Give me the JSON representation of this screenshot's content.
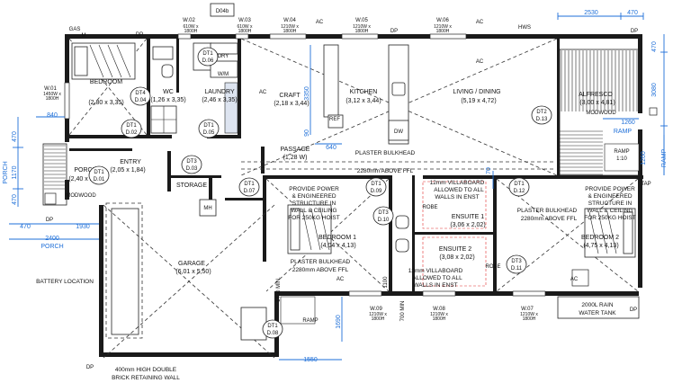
{
  "rooms": {
    "bedroom": {
      "name": "BEDROOM",
      "size": "(2,80 x 3,35)"
    },
    "wc": {
      "name": "WC",
      "size": "(1,26 x 3,35)"
    },
    "laundry": {
      "name": "LAUNDRY",
      "size": "(2,46 x 3,35)"
    },
    "craft": {
      "name": "CRAFT",
      "size": "(2,18 x 3,44)"
    },
    "kitchen": {
      "name": "KITCHEN",
      "size": "(3,12 x 3,44)"
    },
    "living": {
      "name": "LIVING / DINING",
      "size": "(5,19 x 4,72)"
    },
    "alfresco": {
      "name": "ALFRESCO",
      "size": "(3,00 x 4,81)"
    },
    "passage": {
      "name": "PASSAGE",
      "size": "(1,28 W)"
    },
    "porch": {
      "name": "PORCH",
      "size": "(2,40 x 2,71)"
    },
    "entry": {
      "name": "ENTRY",
      "size": "(2,05 x 1,84)"
    },
    "storage": {
      "name": "STORAGE"
    },
    "bedroom1": {
      "name": "BEDROOM 1",
      "size": "(4,04 x 4,13)"
    },
    "ensuite1": {
      "name": "ENSUITE 1",
      "size": "(3,06 x 2,02)"
    },
    "ensuite2": {
      "name": "ENSUITE 2",
      "size": "(3,08 x 2,02)"
    },
    "bedroom2": {
      "name": "BEDROOM 2",
      "size": "(4,75 x 4,13)"
    },
    "garage": {
      "name": "GARAGE",
      "size": "(6,01 x 5,50)"
    },
    "robe1": "ROBE",
    "robe2": "ROBE",
    "dry": "DRY",
    "wm": "W/M",
    "ref": "REF",
    "dw": "DW",
    "mh": "MH"
  },
  "windows": {
    "w02": {
      "id": "W.02",
      "size1": "610W x",
      "size2": "1800H"
    },
    "w03": {
      "id": "W.03",
      "size1": "610W x",
      "size2": "1800H"
    },
    "w04": {
      "id": "W.04",
      "size1": "1210W x",
      "size2": "1800H"
    },
    "w05": {
      "id": "W.05",
      "size1": "1210W x",
      "size2": "1800H"
    },
    "w06": {
      "id": "W.06",
      "size1": "1210W x",
      "size2": "1800H"
    },
    "w01": {
      "id": "W.01",
      "size1": "1450W x",
      "size2": "1800H"
    },
    "w09": {
      "id": "W.09",
      "size1": "1210W x",
      "size2": "1800H"
    },
    "w08": {
      "id": "W.08",
      "size1": "1210W x",
      "size2": "1800H"
    },
    "w07": {
      "id": "W.07",
      "size1": "1210W x",
      "size2": "1800H"
    }
  },
  "doors": {
    "d04b": "D04b",
    "dt1_06": [
      "DT1",
      "D.06"
    ],
    "dt4_04": [
      "DT4",
      "D.04"
    ],
    "dt1_02": [
      "DT1",
      "D.02"
    ],
    "dt1_05": [
      "DT1",
      "D.05"
    ],
    "dt1_01": [
      "DT1",
      "D.01"
    ],
    "dt3_03": [
      "DT3",
      "D.03"
    ],
    "dt1_07": [
      "DT1",
      "D.07"
    ],
    "dt1_09": [
      "DT1",
      "D.09"
    ],
    "dt3_10": [
      "DT3",
      "D.10"
    ],
    "dt1_12": [
      "DT1",
      "D.12"
    ],
    "dt3_11": [
      "DT3",
      "D.11"
    ],
    "dt2_13": [
      "DT2",
      "D.13"
    ],
    "dt1_08": [
      "DT1",
      "D.08"
    ]
  },
  "labels": {
    "gas_m": "GAS",
    "gas_m2": "M",
    "dp": "DP",
    "ac": "AC",
    "hws": "HWS",
    "tap": "TAP",
    "ramp": "RAMP",
    "ramp_ratio": "RAMP",
    "ramp_ratio2": "1:10",
    "modwood": "MODWOOD",
    "battery": "BATTERY LOCATION",
    "rainwater1": "2000L RAIN",
    "rainwater2": "WATER TANK",
    "retaining1": "400mm HIGH DOUBLE",
    "retaining2": "BRICK RETAINING WALL",
    "bulkhead_passage1": "PLASTER BULKHEAD",
    "bulkhead_passage2": "2280mm ABOVE FFL",
    "bulkhead_b1a": "PLASTER BULKHEAD",
    "bulkhead_b1b": "2280mm ABOVE FFL",
    "bulkhead_b2a": "PLASTER BULKHEAD",
    "bulkhead_b2b": "2280mm ABOVE FFL",
    "hoist_b1": [
      "PROVIDE POWER",
      "& ENGINEERED",
      "STRUCTURE IN",
      "WALL & CEILING",
      "FOR 250KG HOIST"
    ],
    "hoist_b2": [
      "PROVIDE POWER",
      "& ENGINEERED",
      "STRUCTURE IN",
      "WALL & CEILING",
      "FOR 250KG HOIST"
    ],
    "villa1": [
      "12mm VILLABOARD",
      "ALLOWED TO ALL",
      "WALLS IN ENST"
    ],
    "villa2": [
      "12mm VILLABOARD",
      "ALLOWED TO ALL",
      "WALLS IN ENST"
    ],
    "min1480": "1480 MIN.",
    "min1100": "1100",
    "min700": "700 MIN"
  },
  "dims": {
    "d2530": "2530",
    "d470a": "470",
    "d470b": "470",
    "d3080": "3080",
    "d1260a": "1260",
    "d1260b": "1260",
    "ramp_side": "RAMP",
    "d840": "840",
    "d470c": "470",
    "d1170": "1170",
    "d470d": "470",
    "porch_side": "PORCH",
    "d470e": "470",
    "d1930": "1930",
    "d2400": "2400",
    "porch_bottom": "PORCH",
    "d3350": "3350",
    "d90": "90",
    "d640": "640",
    "d70": "70",
    "d1690": "1690",
    "d1550": "1550"
  }
}
